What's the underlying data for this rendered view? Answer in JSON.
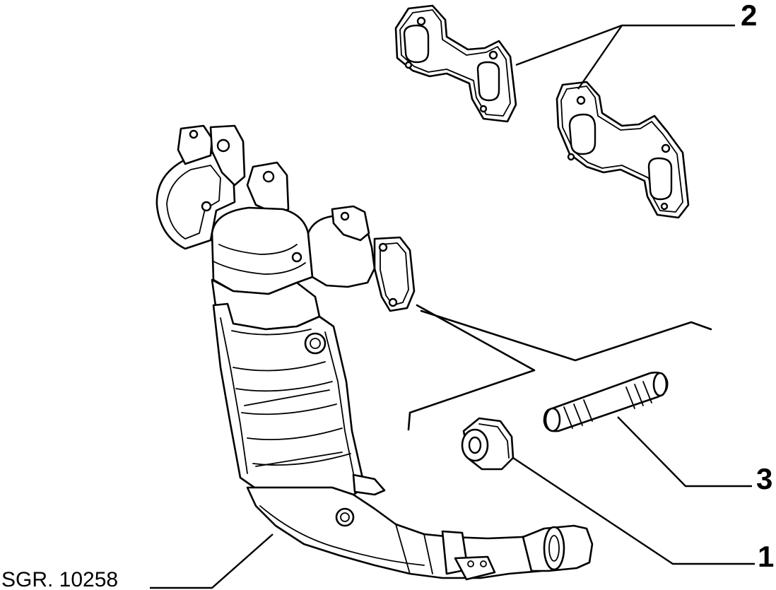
{
  "diagram": {
    "reference_code": "SGR. 10258",
    "callouts": [
      {
        "number": "1",
        "part": "nut"
      },
      {
        "number": "2",
        "part": "gasket"
      },
      {
        "number": "3",
        "part": "stud"
      }
    ]
  }
}
